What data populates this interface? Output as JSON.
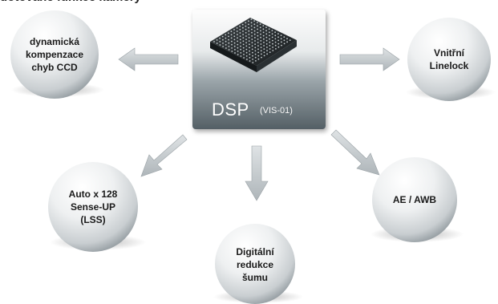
{
  "header": {
    "clipped_text": "dotované funkce kamery"
  },
  "hub": {
    "title": "DSP",
    "code": "(VIS-01)"
  },
  "features": {
    "ccd_compensation": "dynamická\nkompenzace\nchyb CCD",
    "linelock": "Vnitřní\nLinelock",
    "sense_up": "Auto x 128\nSense-UP\n(LSS)",
    "noise_reduction": "Digitální\nredukce\nšumu",
    "ae_awb": "AE / AWB"
  },
  "colors": {
    "chip_face": "#626d73",
    "ball_highlight": "#ffffff",
    "ball_shadow": "#8b9499",
    "arrow": "#c4cacd"
  }
}
